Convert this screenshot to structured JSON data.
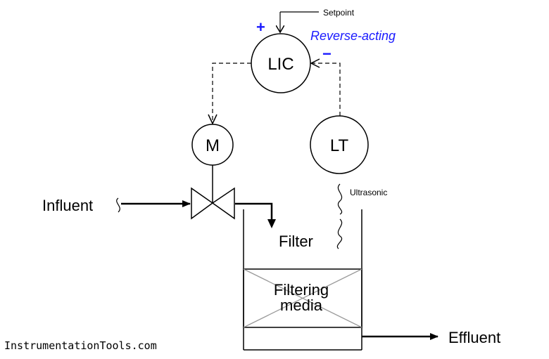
{
  "labels": {
    "setpoint": "Setpoint",
    "plus": "+",
    "minus": "−",
    "reverse_acting": "Reverse-acting",
    "lic": "LIC",
    "motor": "M",
    "lt": "LT",
    "ultrasonic": "Ultrasonic",
    "influent": "Influent",
    "filter": "Filter",
    "filtering_media_1": "Filtering",
    "filtering_media_2": "media",
    "effluent": "Effluent",
    "watermark": "InstrumentationTools.com"
  },
  "colors": {
    "line": "#000000",
    "accent": "#1a1aff",
    "media_cross": "#999999"
  }
}
